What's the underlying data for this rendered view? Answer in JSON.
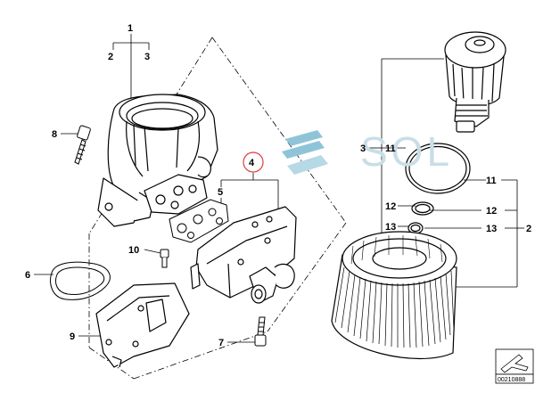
{
  "callouts": {
    "c1": "1",
    "c2": "2",
    "c3": "3",
    "c4": "4",
    "c5": "5",
    "c6": "6",
    "c7": "7",
    "c8": "8",
    "c9": "9",
    "c10": "10",
    "r3": "3",
    "r11a": "11",
    "r12a": "12",
    "r13a": "13",
    "r11b": "11",
    "r12b": "12",
    "r13b": "13",
    "r2": "2"
  },
  "watermark": "SOL",
  "diagram_id": "00210888",
  "colors": {
    "line": "#000000",
    "watermark": "#c9dde7",
    "highlight_circle": "#e23b3b",
    "watermark_icon": "#8fc4d8"
  }
}
